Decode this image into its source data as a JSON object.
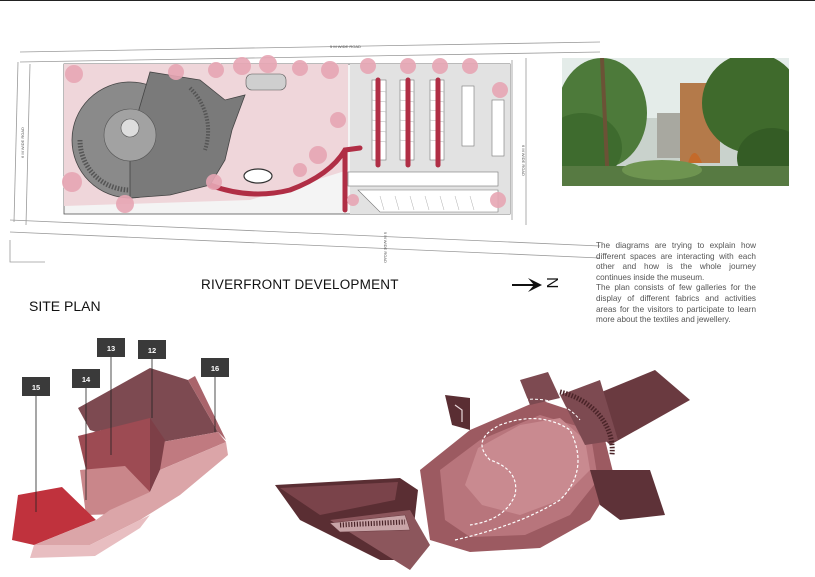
{
  "site_plan": {
    "title": "RIVERFRONT DEVELOPMENT",
    "subtitle": "SITE PLAN",
    "road_labels": {
      "top": "5 M WIDE ROAD",
      "left": "6 M WIDE ROAD",
      "right": "6 M WIDE ROAD",
      "bottom": "9 M WIDE ROAD"
    },
    "north_symbol": "N"
  },
  "description": {
    "paragraph1": "The diagrams are trying to explain how different spaces are interacting with each other and how is the whole journey continues inside the museum.",
    "paragraph2": "The plan consists of few galleries for the display of different fabrics and activities areas for the visitors to participate to learn more about the textiles and jewellery."
  },
  "photo": {
    "semantic": "courtyard-render-image"
  },
  "gallery_diagram": {
    "labels": [
      "15",
      "14",
      "13",
      "12",
      "16"
    ]
  },
  "colors": {
    "label_box": "#3a3a3a",
    "plaza_pink": "#efd6da",
    "path_red": "#b02e45",
    "building_grey": "#8a8a8a",
    "tree_pink": "#e7a6b4",
    "gallery_dark": "#7d4a51",
    "gallery_mid": "#a9646b",
    "gallery_red": "#c0323d",
    "gallery_light": "#dba5a8"
  }
}
